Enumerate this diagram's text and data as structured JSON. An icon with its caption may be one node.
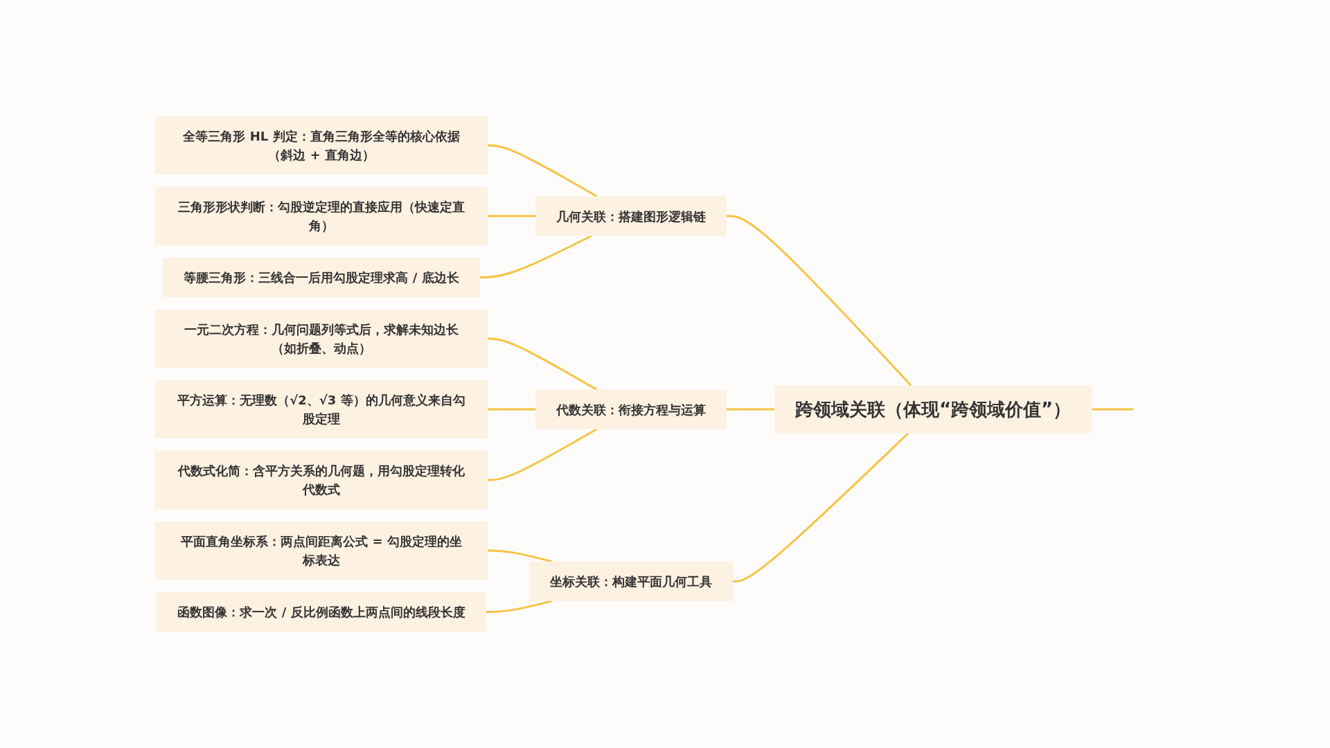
{
  "diagram": {
    "nodes": [
      {
        "text": [
          "跨领域关联（体现“跨领域价值”）"
        ]
      },
      {
        "text": [
          "几何关联：搭建图形逻辑链"
        ]
      },
      {
        "text": [
          "全等三角形 HL 判定：直角三角形全等的核心依据（斜边 + 直角边）"
        ]
      },
      {
        "text": [
          "三角形形状判断：勾股逆定理的直接应用（快速定直角）"
        ]
      },
      {
        "text": [
          "等腰三角形：三线合一后用勾股定理求高 / 底边长"
        ]
      },
      {
        "text": [
          "代数关联：衔接方程与运算"
        ]
      },
      {
        "text": [
          "一元二次方程：几何问题列等式后，求解未知边长（如折叠、动点）"
        ]
      },
      {
        "text": [
          "平方运算：无理数（√2、√3 等）的几何意义来自勾股定理"
        ]
      },
      {
        "text": [
          "代数式化简：含平方关系的几何题，用勾股定理转化代数式"
        ]
      },
      {
        "text": [
          "坐标关联：构建平面几何工具"
        ]
      },
      {
        "text": [
          "平面直角坐标系：两点间距离公式 = 勾股定理的坐标表达"
        ]
      },
      {
        "text": [
          "函数图像：求一次 / 反比例函数上两点间的线段长度"
        ]
      }
    ],
    "edges": [
      {
        "from": null,
        "to": 0,
        "arrow": "none"
      },
      {
        "from": 0,
        "to": 1,
        "arrow": "none"
      },
      {
        "from": 1,
        "to": 2,
        "arrow": "none"
      },
      {
        "from": 1,
        "to": 3,
        "arrow": "none"
      },
      {
        "from": 1,
        "to": 4,
        "arrow": "none"
      },
      {
        "from": 0,
        "to": 5,
        "arrow": "none"
      },
      {
        "from": 5,
        "to": 6,
        "arrow": "none"
      },
      {
        "from": 5,
        "to": 7,
        "arrow": "none"
      },
      {
        "from": 5,
        "to": 8,
        "arrow": "none"
      },
      {
        "from": 0,
        "to": 9,
        "arrow": "none"
      },
      {
        "from": 9,
        "to": 10,
        "arrow": "none"
      },
      {
        "from": 9,
        "to": 11,
        "arrow": "none"
      }
    ]
  }
}
